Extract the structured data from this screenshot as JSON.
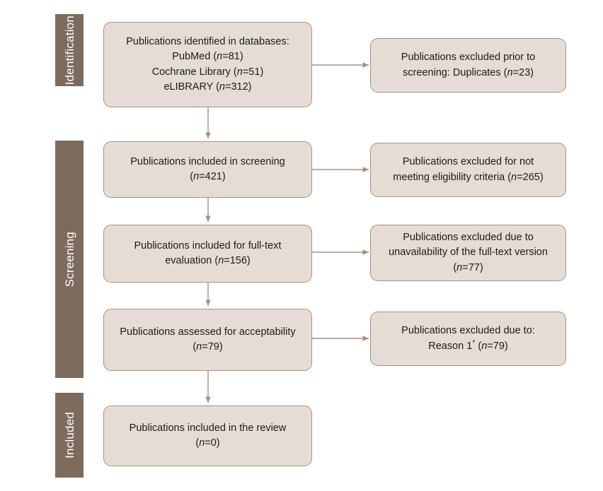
{
  "diagram": {
    "title": "PRISMA flow diagram of publication selection",
    "type": "flowchart",
    "palette": {
      "background": "#FFFFFF",
      "stage_bar_fill": "#7D6B5D",
      "stage_bar_text": "#FFFFFF",
      "node_fill": "#E5DDD5",
      "node_border": "#A9907E",
      "node_text": "#1B1B1B",
      "connector": "#A9907E"
    }
  },
  "stages": [
    {
      "id": "identification",
      "label": "Identification"
    },
    {
      "id": "screening",
      "label": "Screening"
    },
    {
      "id": "included",
      "label": "Included"
    }
  ],
  "nodes": {
    "identified": {
      "id": "identified",
      "stage": "identification",
      "lines": [
        "Publications identified in databases:",
        "PubMed (n=81)",
        "Cochrane Library (n=51)",
        "eLIBRARY (n=312)"
      ],
      "counts": {
        "PubMed": 81,
        "Cochrane Library": 51,
        "eLIBRARY": 312
      }
    },
    "excluded_duplicates": {
      "id": "excluded_duplicates",
      "stage": "identification",
      "lines": [
        "Publications excluded prior to",
        "screening: Duplicates (n=23)"
      ],
      "count": 23
    },
    "screening_included": {
      "id": "screening_included",
      "stage": "screening",
      "lines": [
        "Publications included in screening",
        "(n=421)"
      ],
      "count": 421
    },
    "excluded_eligibility": {
      "id": "excluded_eligibility",
      "stage": "screening",
      "lines": [
        "Publications excluded for not",
        "meeting eligibility criteria (n=265)"
      ],
      "count": 265
    },
    "fulltext_included": {
      "id": "fulltext_included",
      "stage": "screening",
      "lines": [
        "Publications included for full-text",
        "evaluation (n=156)"
      ],
      "count": 156
    },
    "excluded_unavailable": {
      "id": "excluded_unavailable",
      "stage": "screening",
      "lines": [
        "Publications excluded due to",
        "unavailability of the full-text version",
        "(n=77)"
      ],
      "count": 77
    },
    "assessed_acceptability": {
      "id": "assessed_acceptability",
      "stage": "screening",
      "lines": [
        "Publications assessed for acceptability",
        "(n=79)"
      ],
      "count": 79
    },
    "excluded_reason": {
      "id": "excluded_reason",
      "stage": "screening",
      "lines": [
        "Publications excluded due to:",
        "Reason 1* (n=79)"
      ],
      "count": 79,
      "reason": "Reason 1*"
    },
    "review_included": {
      "id": "review_included",
      "stage": "included",
      "lines": [
        "Publications included in the review",
        "(n=0)"
      ],
      "count": 0
    }
  }
}
